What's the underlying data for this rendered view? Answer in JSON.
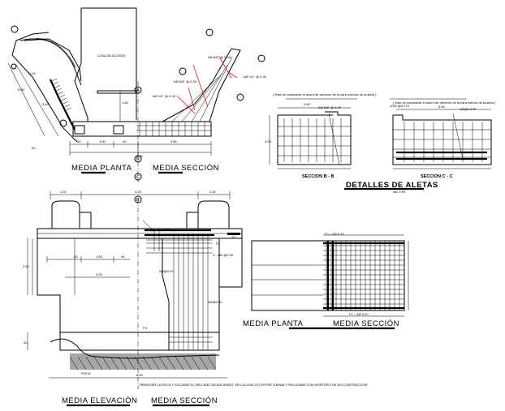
{
  "labels": {
    "plan_top": "MEDIA PLANTA",
    "section_top": "MEDIA SECCIÓN",
    "wing_details": "DETALLES DE ALETAS",
    "wing_details_scale": "esc 1:50",
    "section_b": "SECCION  B - B",
    "section_c": "SECCION  C - C",
    "plan_bottom": "MEDIA PLANTA",
    "section_bottom": "MEDIA SECCIÓN",
    "elevation": "MEDIA ELEVACIÒN",
    "section_elev": "MEDIA SECCIÓN",
    "loza_acceso": "LOSA DE ACCESO",
    "note": "REMOVER LA ROCA Y EXCAVAR EL RELLENO DEJAR ASENT. EN LA LOSA Y/O ENTRE GARAN Y RELLENAR CON MORTERO DE NO CONTRACCION",
    "roca": "ROCA",
    "note_b": "( Este es considerar el acero de refuerzo de la cara exterior de la aleta )",
    "note_c": "( Este es considerar el acero de refuerzo de la cara interior de la aleta )",
    "mark_b": "B",
    "mark_c": "C"
  },
  "dims": {
    "d_120": "1.20",
    "d_420": "4.20",
    "d_500": "5.00",
    "d_340": "3.40",
    "d_600": "6.00",
    "d_300": "3.00",
    "d_160": "1.60",
    "d_100": "1.00",
    "d_260": "2.60",
    "d_380": "3.80",
    "d_40": ".40",
    "d_20": ".20",
    "d_90": ".90"
  },
  "rebar": {
    "r1": "AØ 5/8\" @ 0.40",
    "r2": "AØ 1/2\" @ 0.30",
    "r3": "AØ 5/8\" @ 0.30",
    "r4": "AØ 1/2\" @ 0.40",
    "r5": "AØ 5/8\" @ 0.40",
    "r6": "6 – AØ/8",
    "r7": "4 – AØ @0.30",
    "r8": "AØ@0.20",
    "r9": "AØ@0.30",
    "r10": "F1",
    "r11": "F2",
    "r12": "F3",
    "r13": "F2 – AØ 0.20",
    "r14": "F1 – AØ 0.20",
    "r15": "1/2Ø @0.275",
    "r16": "AØ@0.275"
  },
  "section_marks": {
    "a": "A",
    "b": "B",
    "c": "C",
    "f": "B"
  }
}
